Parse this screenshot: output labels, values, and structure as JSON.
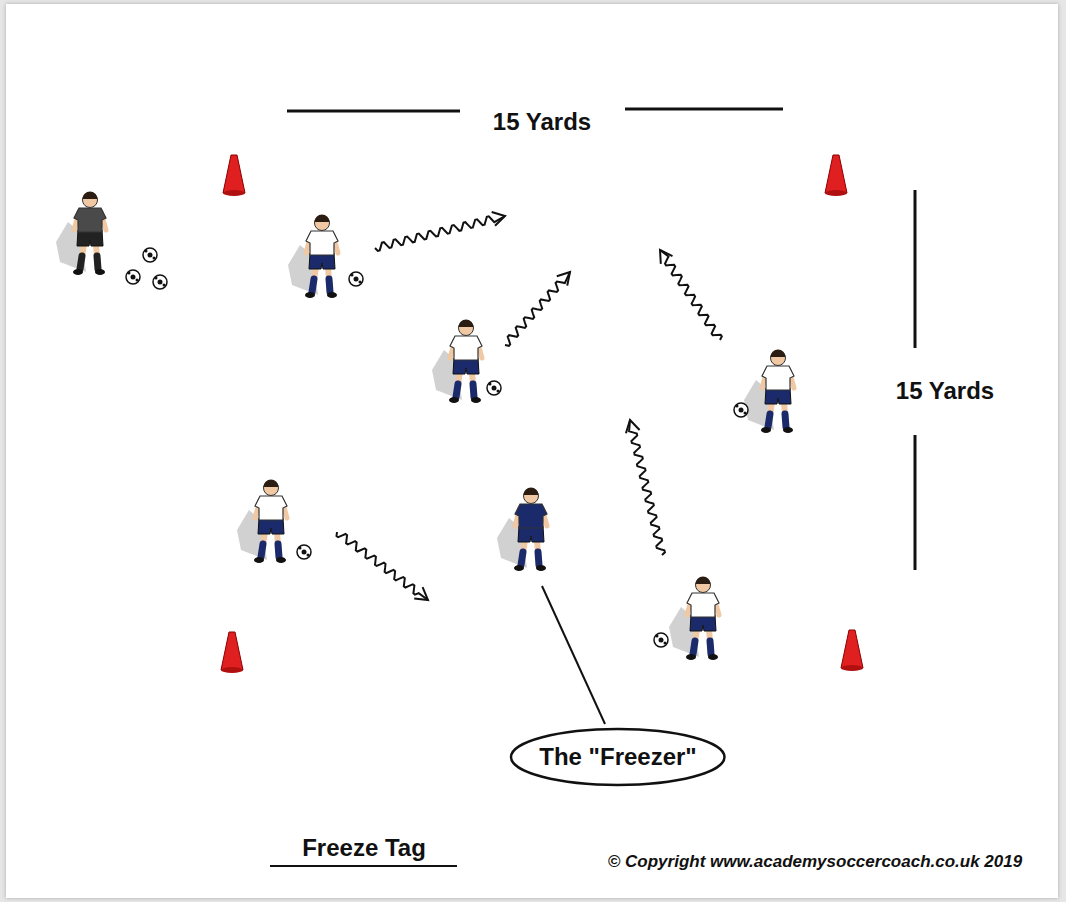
{
  "diagram": {
    "title": "Freeze Tag",
    "nodes": [
      {
        "text": [
          "The \"Freezer\""
        ]
      }
    ],
    "labels": [
      "15 Yards",
      "15 Yards",
      "© Copyright www.academysoccercoach.co.uk 2019"
    ]
  }
}
